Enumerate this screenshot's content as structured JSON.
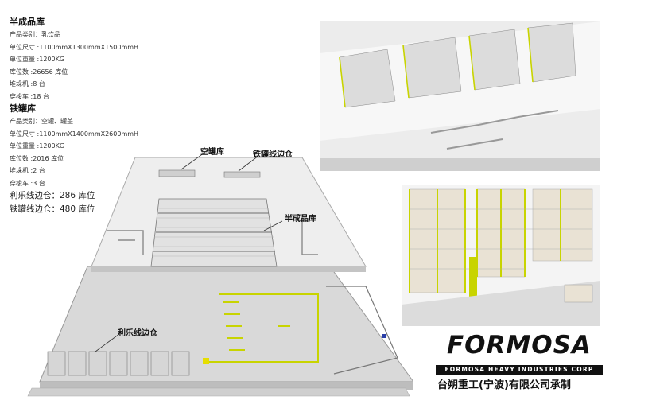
{
  "semi_finished": {
    "title": "半成品库",
    "lines": [
      "产品类别：乳饮品",
      "单位尺寸 :1100mmX1300mmX1500mmH",
      "单位重量 :1200KG",
      "库位数 :26656 库位",
      "堆垛机 :8 台",
      "穿梭车 :18 台"
    ]
  },
  "tin_can": {
    "title": "铁罐库",
    "lines": [
      "产品类别：空罐、罐盖",
      "单位尺寸 :1100mmX1400mmX2600mmH",
      "单位重量 :1200KG",
      "库位数 :2016 库位",
      "堆垛机 :2 台",
      "穿梭车 :3 台"
    ]
  },
  "line_side": {
    "lines": [
      "利乐线边仓：286 库位",
      "铁罐线边仓：480 库位"
    ]
  },
  "callouts": {
    "empty_can": "空罐库",
    "tin_line": "铁罐线边仓",
    "semi": "半成品库",
    "tetra": "利乐线边仓"
  },
  "brand": {
    "logo": "FORMOSA",
    "corp": "FORMOSA HEAVY INDUSTRIES CORP",
    "chinese": "台朔重工(宁波)有限公司承制"
  },
  "colors": {
    "accent_yellow": "#c8d400",
    "floor_gray": "#e6e6e6",
    "conveyor_gray": "#888888"
  }
}
